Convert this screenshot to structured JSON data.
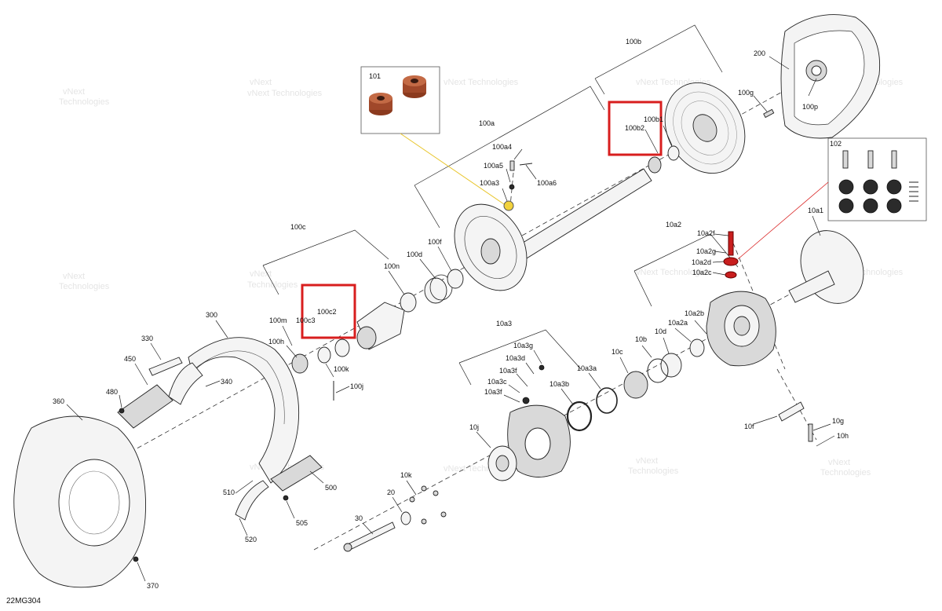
{
  "document_code": "22MG304",
  "watermark": {
    "line1": "vNext",
    "line2": "Technologies",
    "full": "vNext Technologies"
  },
  "callouts": {
    "c100a": "100a",
    "c100a4": "100a4",
    "c100a5": "100a5",
    "c100a6": "100a6",
    "c100a3": "100a3",
    "c100b": "100b",
    "c100b2": "100b2",
    "c100b1": "100b1",
    "c100g": "100g",
    "c100p": "100p",
    "c200": "200",
    "c101": "101",
    "c102": "102",
    "c100c": "100c",
    "c100c2": "100c2",
    "c100c3": "100c3",
    "c100n": "100n",
    "c100d": "100d",
    "c100f": "100f",
    "c100m": "100m",
    "c100h": "100h",
    "c100k": "100k",
    "c100j": "100j",
    "c300": "300",
    "c330": "330",
    "c450": "450",
    "c480": "480",
    "c340": "340",
    "c360": "360",
    "c370": "370",
    "c500": "500",
    "c505": "505",
    "c510": "510",
    "c520": "520",
    "c10a": "10a1",
    "c10a2": "10a2",
    "c10a2f": "10a2f",
    "c10a2g": "10a2g",
    "c10a2d": "10a2d",
    "c10a2c": "10a2c",
    "c10a2b": "10a2b",
    "c10a2a": "10a2a",
    "c10d": "10d",
    "c10b": "10b",
    "c10c": "10c",
    "c10a3": "10a3",
    "c10a3g": "10a3g",
    "c10a3d": "10a3d",
    "c10a3f": "10a3f",
    "c10a3c": "10a3c",
    "c10a3f2": "10a3f",
    "c10a3a": "10a3a",
    "c10a3b": "10a3b",
    "c10j": "10j",
    "c10k": "10k",
    "c20": "20",
    "c30": "30",
    "c10f": "10f",
    "c10g": "10g",
    "c10h": "10h"
  }
}
